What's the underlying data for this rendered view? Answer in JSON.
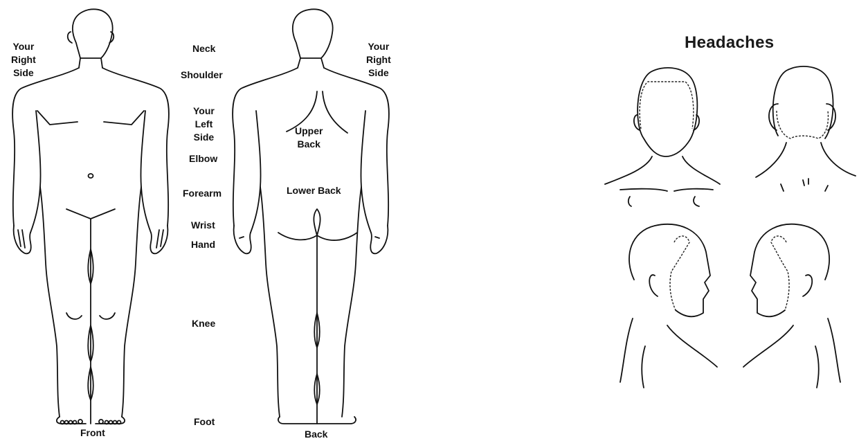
{
  "body_chart": {
    "front": {
      "caption": "Front",
      "side_label": [
        "Your",
        "Right",
        "Side"
      ]
    },
    "back": {
      "caption": "Back",
      "side_label": [
        "Your",
        "Right",
        "Side"
      ],
      "region_labels": {
        "upper_back": [
          "Upper",
          "Back"
        ],
        "lower_back": "Lower Back"
      }
    },
    "middle_labels": {
      "neck": "Neck",
      "shoulder": "Shoulder",
      "left_side": [
        "Your",
        "Left",
        "Side"
      ],
      "elbow": "Elbow",
      "forearm": "Forearm",
      "wrist": "Wrist",
      "hand": "Hand",
      "knee": "Knee",
      "foot": "Foot"
    }
  },
  "headaches": {
    "title": "Headaches",
    "views": [
      "front",
      "back",
      "right-profile",
      "left-profile"
    ]
  }
}
